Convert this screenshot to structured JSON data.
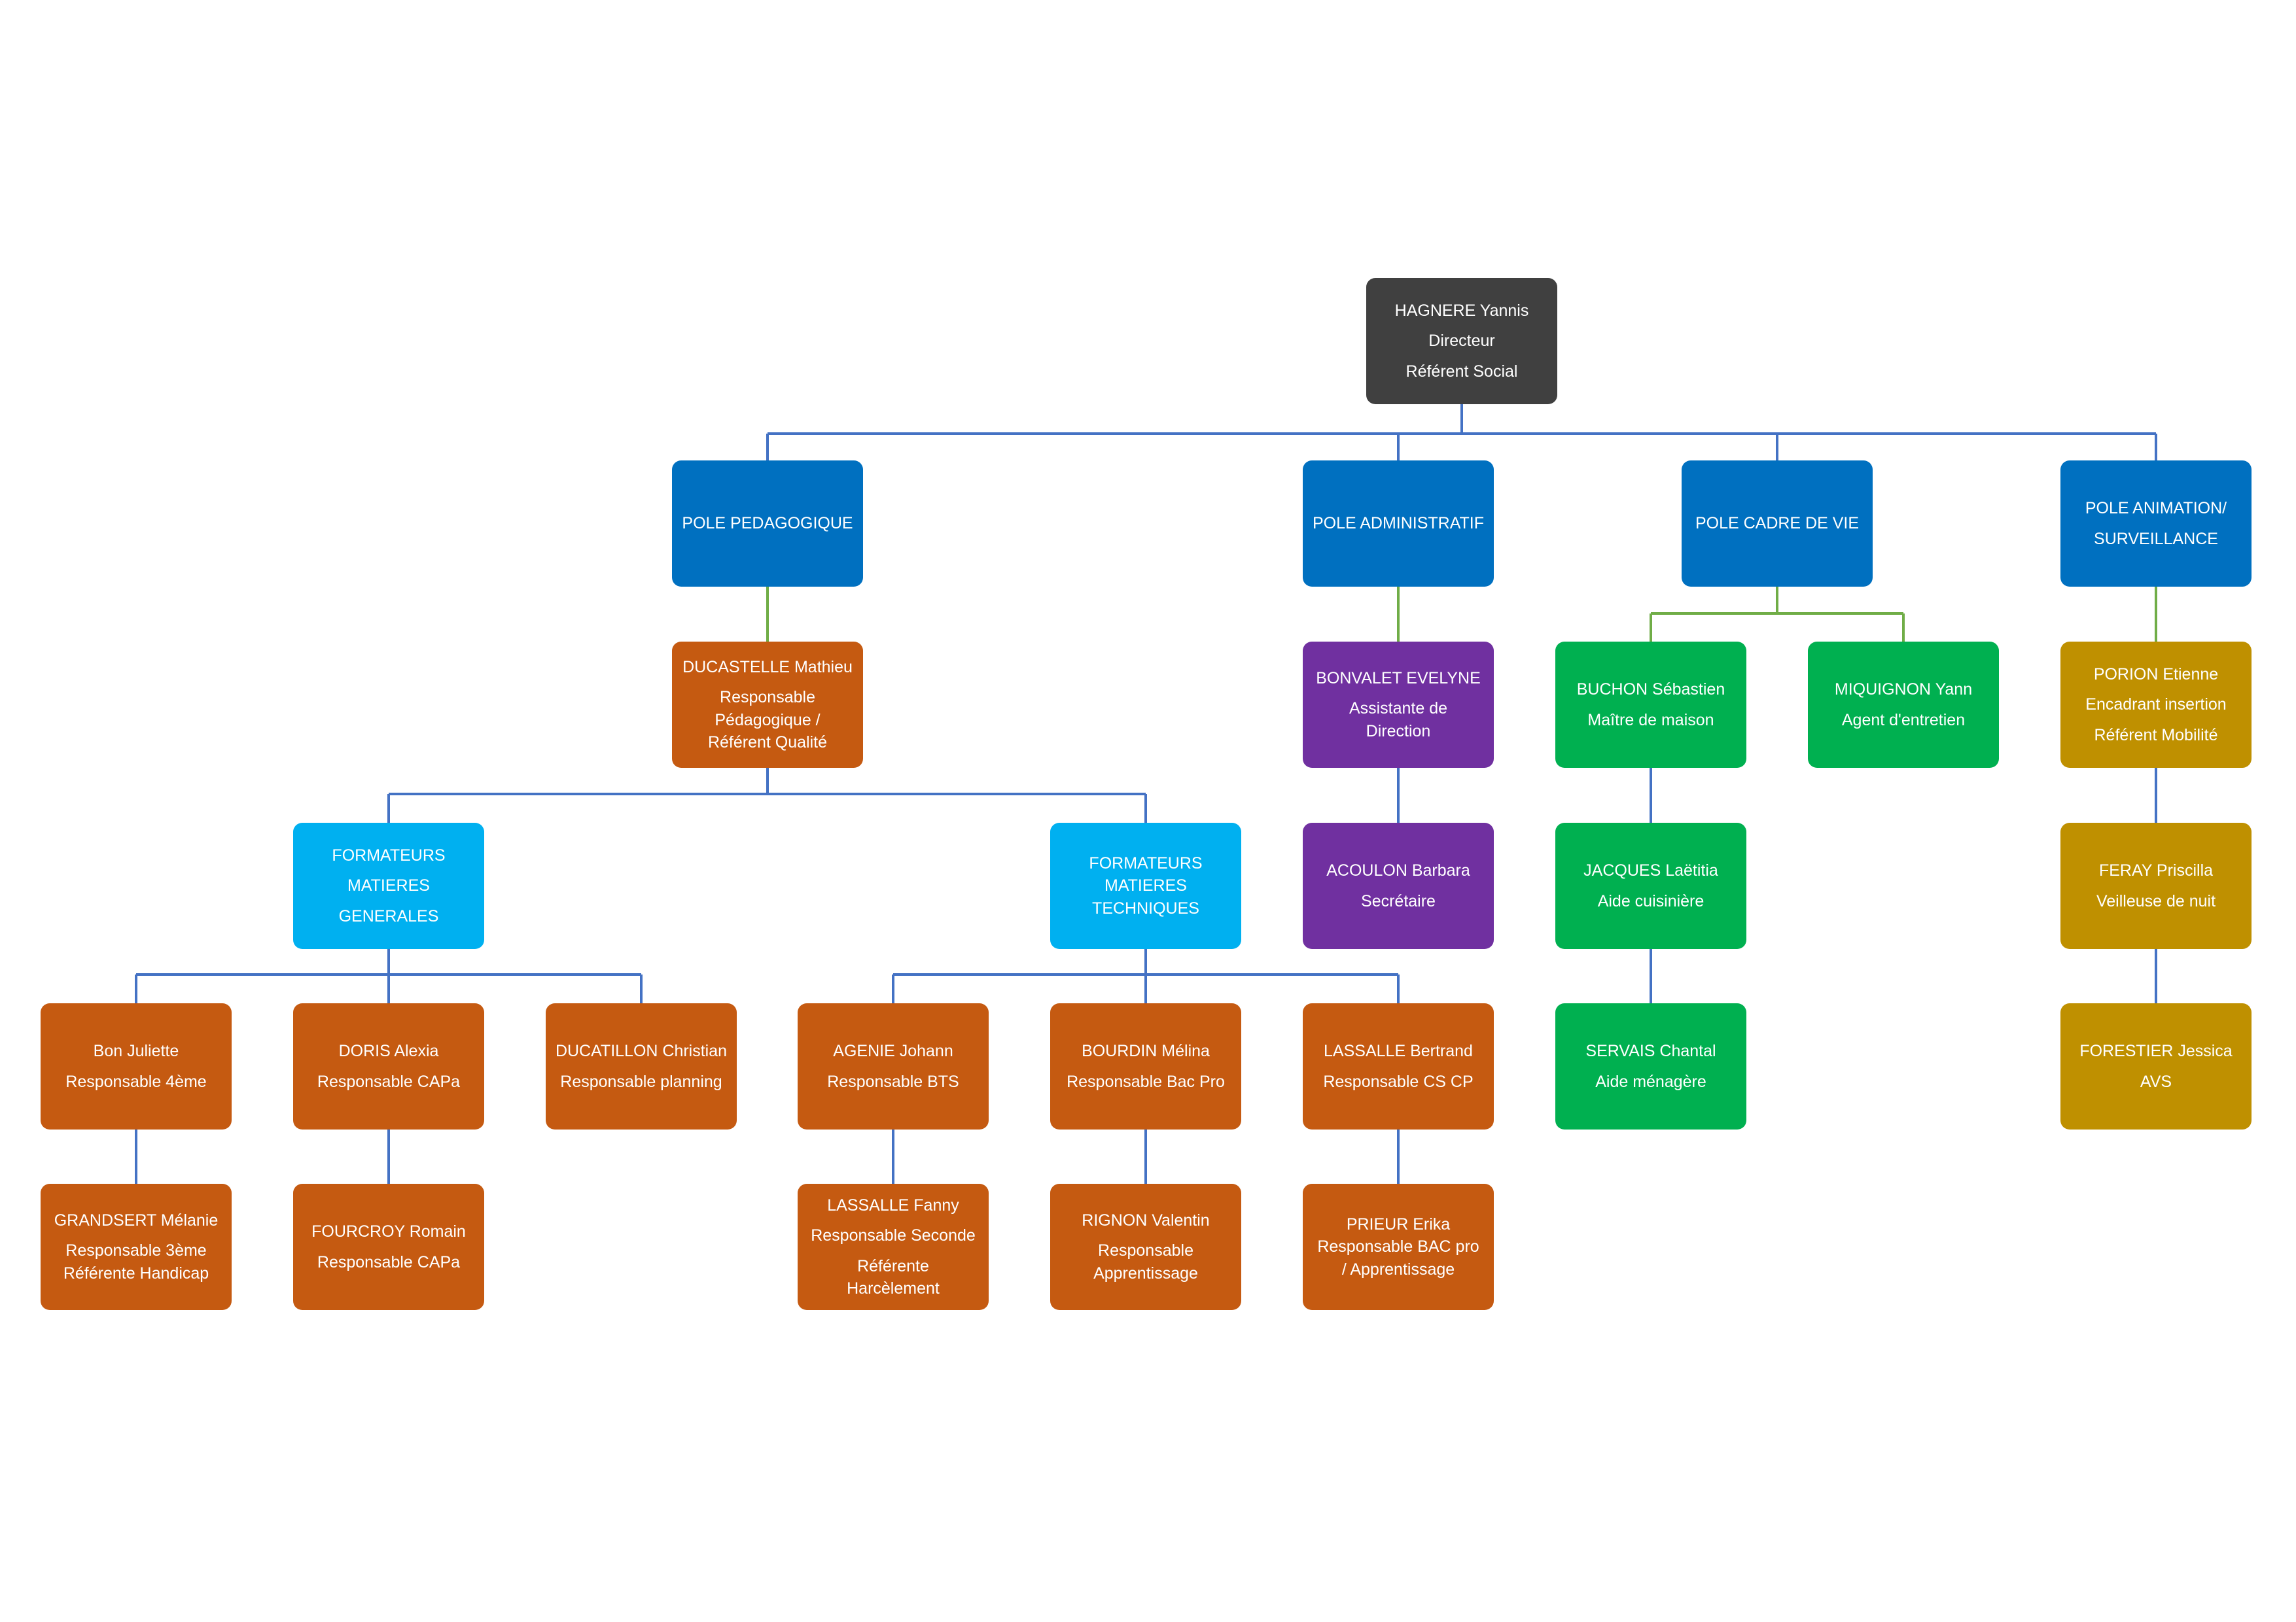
{
  "colors": {
    "director": "#404040",
    "pole": "#0070c0",
    "formateurs": "#00b0f0",
    "pedagogique_staff": "#c55a11",
    "administratif_staff": "#7030a0",
    "cadre_de_vie_staff": "#00b050",
    "animation_staff": "#bf9000",
    "connector_blue": "#4472c4",
    "connector_green": "#70ad47"
  },
  "nodes": {
    "hagnere": [
      "HAGNERE Yannis",
      "Directeur",
      "Référent Social"
    ],
    "pole_pedagogique": [
      "POLE PEDAGOGIQUE"
    ],
    "pole_administratif": [
      "POLE ADMINISTRATIF"
    ],
    "pole_cadre_de_vie": [
      "POLE CADRE DE VIE"
    ],
    "pole_animation": [
      "POLE ANIMATION/",
      "SURVEILLANCE"
    ],
    "ducastelle": [
      "DUCASTELLE Mathieu",
      "Responsable",
      "Pédagogique /",
      "Référent Qualité"
    ],
    "bonvalet": [
      "BONVALET EVELYNE",
      "Assistante de",
      "Direction"
    ],
    "buchon": [
      "BUCHON Sébastien",
      "Maître de maison"
    ],
    "miquignon": [
      "MIQUIGNON Yann",
      "Agent d'entretien"
    ],
    "porion": [
      "PORION Etienne",
      "Encadrant insertion",
      "Référent Mobilité"
    ],
    "form_generales": [
      "FORMATEURS",
      "MATIERES",
      "GENERALES"
    ],
    "form_techniques": [
      "FORMATEURS",
      "MATIERES",
      "TECHNIQUES"
    ],
    "aculon": [
      "ACOULON Barbara",
      "Secrétaire"
    ],
    "jacques": [
      "JACQUES Laëtitia",
      "Aide cuisinière"
    ],
    "feray": [
      "FERAY Priscilla",
      "Veilleuse de nuit"
    ],
    "bon": [
      "Bon Juliette",
      "Responsable 4ème"
    ],
    "doris": [
      "DORIS Alexia",
      "Responsable CAPa"
    ],
    "ducatillon": [
      "DUCATILLON Christian",
      "Responsable planning"
    ],
    "agenie": [
      "AGENIE Johann",
      "Responsable BTS"
    ],
    "bourdin": [
      "BOURDIN Mélina",
      "Responsable Bac Pro"
    ],
    "lassalle_b": [
      "LASSALLE Bertrand",
      "Responsable CS CP"
    ],
    "servais": [
      "SERVAIS Chantal",
      "Aide ménagère"
    ],
    "forestier": [
      "FORESTIER Jessica",
      "AVS"
    ],
    "grandsert": [
      "GRANDSERT Mélanie",
      "Responsable 3ème",
      "Référente Handicap"
    ],
    "fourcroy": [
      "FOURCROY Romain",
      "Responsable CAPa"
    ],
    "lassalle_f": [
      "LASSALLE Fanny",
      "Responsable Seconde",
      "Référente",
      "Harcèlement"
    ],
    "rignon": [
      "RIGNON Valentin",
      "Responsable",
      "Apprentissage"
    ],
    "prieur": [
      "PRIEUR Erika",
      "Responsable BAC pro",
      "/ Apprentissage"
    ]
  }
}
